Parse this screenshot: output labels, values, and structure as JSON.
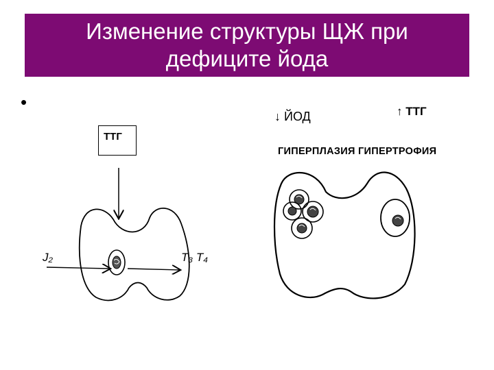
{
  "title": {
    "line1": "Изменение структуры ЩЖ при",
    "line2": "дефиците йода"
  },
  "bullet": "•",
  "left_diagram": {
    "box_label": "ТТГ",
    "left_label": "J₂",
    "right_label": "T₃ T₄"
  },
  "right_diagram": {
    "iodine_label": "↓ ЙОД",
    "ttg_label": "↑ ТТГ",
    "process_label": "ГИПЕРПЛАЗИЯ ГИПЕРТРОФИЯ"
  },
  "colors": {
    "title_bg": "#7d0b73",
    "title_text": "#ffffff"
  }
}
